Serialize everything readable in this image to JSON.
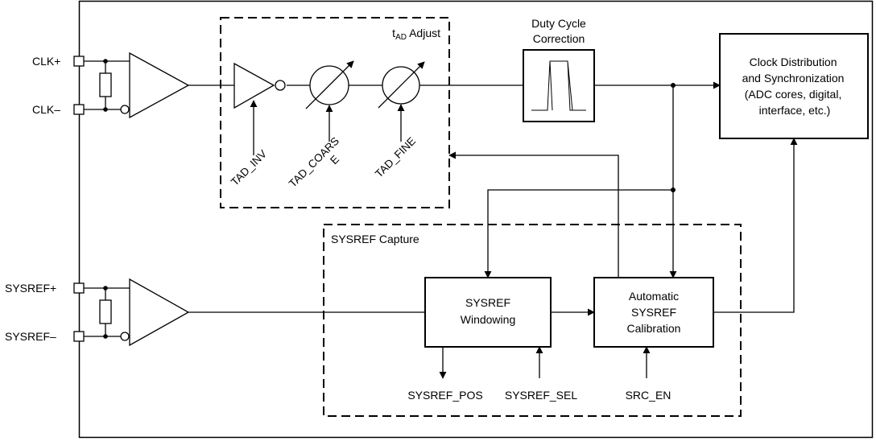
{
  "pins": {
    "clk_p": "CLK+",
    "clk_n": "CLK–",
    "sysref_p": "SYSREF+",
    "sysref_n": "SYSREF–"
  },
  "tad_adjust": {
    "title_t": "t",
    "title_sub": "AD",
    "title_rest": " Adjust",
    "tad_inv": "TAD_INV",
    "tad_coarse_1": "TAD_COARS",
    "tad_coarse_2": "E",
    "tad_fine": "TAD_FINE"
  },
  "duty_cycle": {
    "line1": "Duty Cycle",
    "line2": "Correction"
  },
  "clock_dist": {
    "line1": "Clock Distribution",
    "line2": "and Synchronization",
    "line3": "(ADC cores, digital,",
    "line4": "interface, etc.)"
  },
  "sysref_capture": {
    "title": "SYSREF Capture",
    "windowing_1": "SYSREF",
    "windowing_2": "Windowing",
    "cal_1": "Automatic",
    "cal_2": "SYSREF",
    "cal_3": "Calibration",
    "sysref_pos": "SYSREF_POS",
    "sysref_sel": "SYSREF_SEL",
    "src_en": "SRC_EN"
  }
}
